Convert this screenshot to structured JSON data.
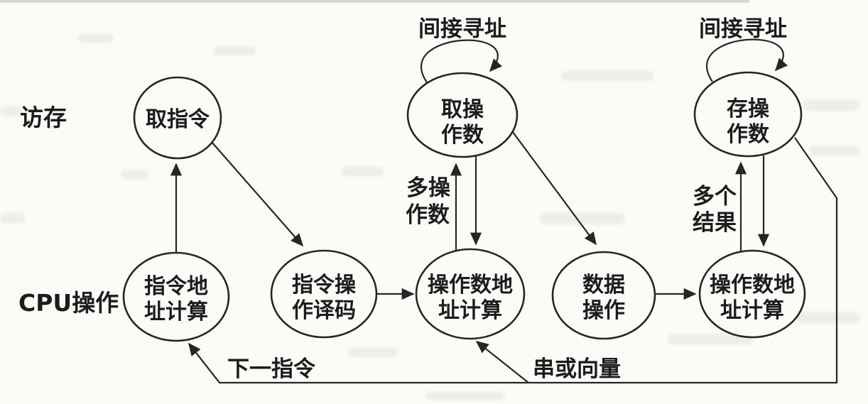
{
  "figure": {
    "type": "instruction-cycle-state-diagram",
    "row_labels": {
      "memory_access": "访存",
      "cpu_operation": "CPU操作"
    },
    "nodes": {
      "fetch_instruction": {
        "label": "取指令"
      },
      "fetch_operand": {
        "line1": "取操",
        "line2": "作数"
      },
      "store_operand": {
        "line1": "存操",
        "line2": "作数"
      },
      "instruction_address_calc": {
        "line1": "指令地",
        "line2": "址计算"
      },
      "instruction_decode": {
        "line1": "指令操",
        "line2": "作译码"
      },
      "operand_address_calc_fetch": {
        "line1": "操作数地",
        "line2": "址计算"
      },
      "data_operation": {
        "line1": "数据",
        "line2": "操作"
      },
      "operand_address_calc_store": {
        "line1": "操作数地",
        "line2": "址计算"
      }
    },
    "edge_labels": {
      "indirect_addressing_fetch": "间接寻址",
      "indirect_addressing_store": "间接寻址",
      "multiple_operands": {
        "line1": "多操",
        "line2": "作数"
      },
      "multiple_results": {
        "line1": "多个",
        "line2": "结果"
      },
      "next_instruction": "下一指令",
      "string_or_vector": "串或向量"
    },
    "colors": {
      "ink": "#262626",
      "paper": "#fcfbf8"
    }
  }
}
